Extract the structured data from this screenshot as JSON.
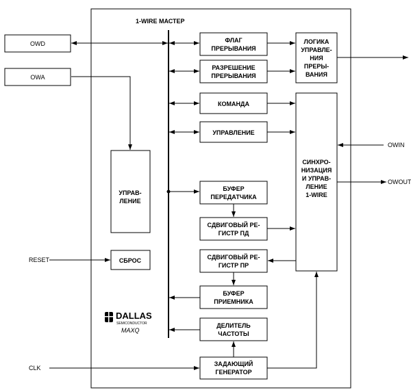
{
  "bus_label": "1-WIRE МАСТЕР",
  "signals": {
    "owd": "OWD",
    "owa": "OWA",
    "reset": "RESET",
    "clk": "CLK",
    "owin": "OWIN",
    "owout": "OWOUT"
  },
  "blocks": {
    "flag": [
      "ФЛАГ",
      "ПРЕРЫВАНИЯ"
    ],
    "enable": [
      "РАЗРЕШЕНИЕ",
      "ПРЕРЫВАНИЯ"
    ],
    "command": [
      "КОМАНДА"
    ],
    "control": [
      "УПРАВЛЕНИЕ"
    ],
    "tx_buffer": [
      "БУФЕР",
      "ПЕРЕДАТЧИКА"
    ],
    "shift_tx": [
      "СДВИГОВЫЙ РЕ-",
      "ГИСТР ПД"
    ],
    "shift_rx": [
      "СДВИГОВЫЙ РЕ-",
      "ГИСТР ПР"
    ],
    "rx_buffer": [
      "БУФЕР",
      "ПРИЕМНИКА"
    ],
    "divider": [
      "ДЕЛИТЕЛЬ",
      "ЧАСТОТЫ"
    ],
    "oscillator": [
      "ЗАДАЮЩИЙ",
      "ГЕНЕРАТОР"
    ],
    "int_logic": [
      "ЛОГИКА",
      "УПРАВЛЕ-",
      "НИЯ",
      "ПРЕРЫ-",
      "ВАНИЯ"
    ],
    "sync": [
      "СИНХРО-",
      "НИЗАЦИЯ",
      "И УПРАВ-",
      "ЛЕНИЕ",
      "1-WIRE"
    ],
    "mgmt": [
      "УПРАВ-",
      "ЛЕНИЕ"
    ],
    "reset_box": [
      "СБРОС"
    ]
  },
  "logo": {
    "name": "DALLAS",
    "sub": "SEMICONDUCTOR",
    "product": "MAXQ"
  }
}
